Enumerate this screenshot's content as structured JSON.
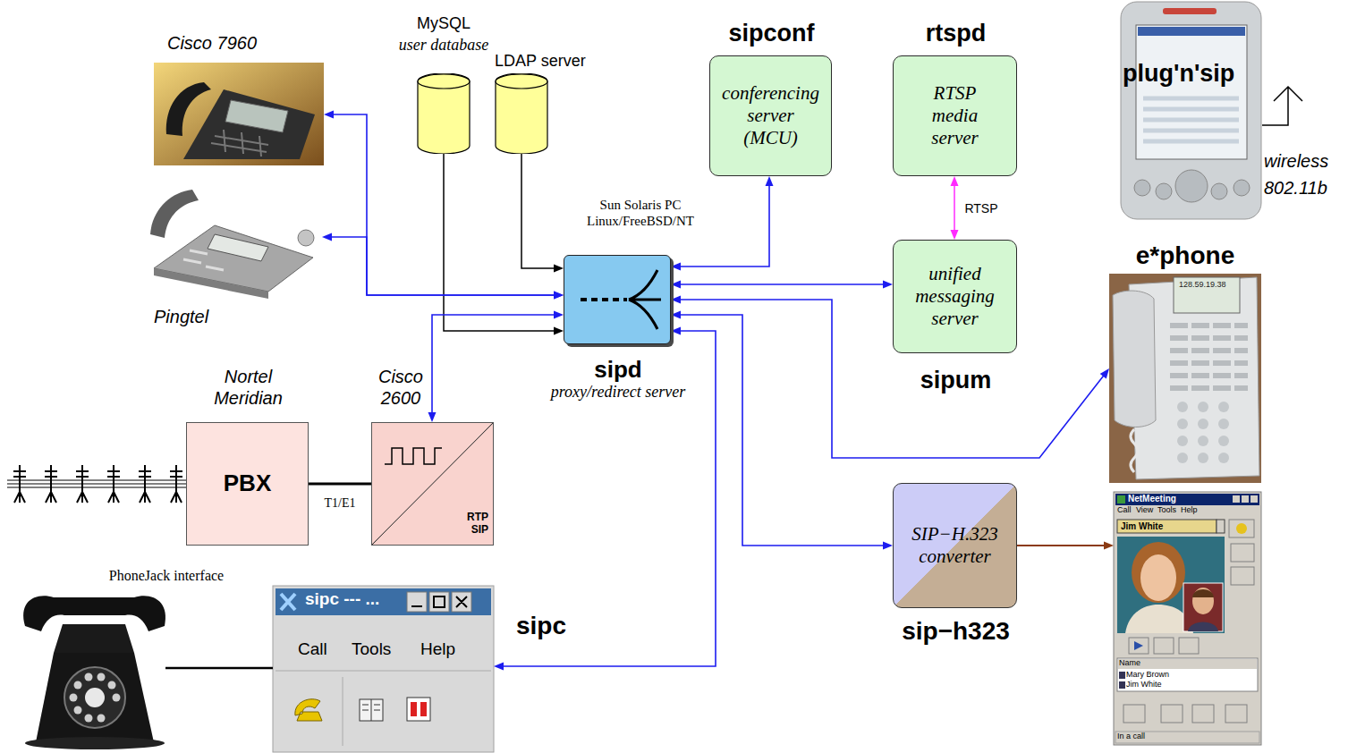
{
  "diagram": {
    "nodes": [
      {
        "text": [
          "MySQL",
          "user database"
        ]
      },
      {
        "text": [
          "LDAP server"
        ]
      },
      {
        "text": [
          "Cisco 7960"
        ]
      },
      {
        "text": [
          "Pingtel"
        ]
      },
      {
        "text": [
          "sipconf",
          "conferencing server (MCU)"
        ]
      },
      {
        "text": [
          "rtspd",
          "RTSP media server"
        ]
      },
      {
        "text": [
          "plug'n'sip"
        ]
      },
      {
        "text": [
          "sipd",
          "proxy/redirect server"
        ]
      },
      {
        "text": [
          "unified messaging server",
          "sipum"
        ]
      },
      {
        "text": [
          "e*phone"
        ]
      },
      {
        "text": [
          "Nortel Meridian",
          "PBX"
        ]
      },
      {
        "text": [
          "Cisco 2600",
          "RTP SIP"
        ]
      },
      {
        "text": [
          "SIP−H.323 converter",
          "sip−h323"
        ]
      },
      {
        "text": [
          "NetMeeting",
          "Call",
          "View",
          "Tools",
          "Help",
          "Jim White",
          "Name",
          "Mary Brown",
          "Jim White",
          "In a call"
        ]
      },
      {
        "text": [
          "sipc --- ...",
          "Call",
          "Tools",
          "Help",
          "sipc"
        ]
      },
      {
        "text": [
          "PhoneJack interface"
        ]
      }
    ],
    "edges": [
      {
        "from": 0,
        "to": 7,
        "arrow": "to"
      },
      {
        "from": 1,
        "to": 7,
        "arrow": "to"
      },
      {
        "from": 2,
        "to": 7,
        "arrow": "both"
      },
      {
        "from": 3,
        "to": 7,
        "arrow": "both"
      },
      {
        "from": 7,
        "to": 4,
        "arrow": "both"
      },
      {
        "from": 7,
        "to": 8,
        "arrow": "both"
      },
      {
        "from": 5,
        "to": 8,
        "arrow": "both",
        "label": "RTSP"
      },
      {
        "from": 7,
        "to": 9,
        "arrow": "both"
      },
      {
        "from": 7,
        "to": 11,
        "arrow": "both"
      },
      {
        "from": 7,
        "to": 12,
        "arrow": "both"
      },
      {
        "from": 12,
        "to": 13,
        "arrow": "to"
      },
      {
        "from": 7,
        "to": 14,
        "arrow": "both"
      },
      {
        "from": 10,
        "to": 11,
        "arrow": "none",
        "label": "T1/E1"
      },
      {
        "from": 15,
        "to": 14,
        "arrow": "none"
      }
    ],
    "labels": [
      "Sun Solaris PC Linux/FreeBSD/NT",
      "wireless 802.11b",
      "128.59.19.38"
    ]
  }
}
